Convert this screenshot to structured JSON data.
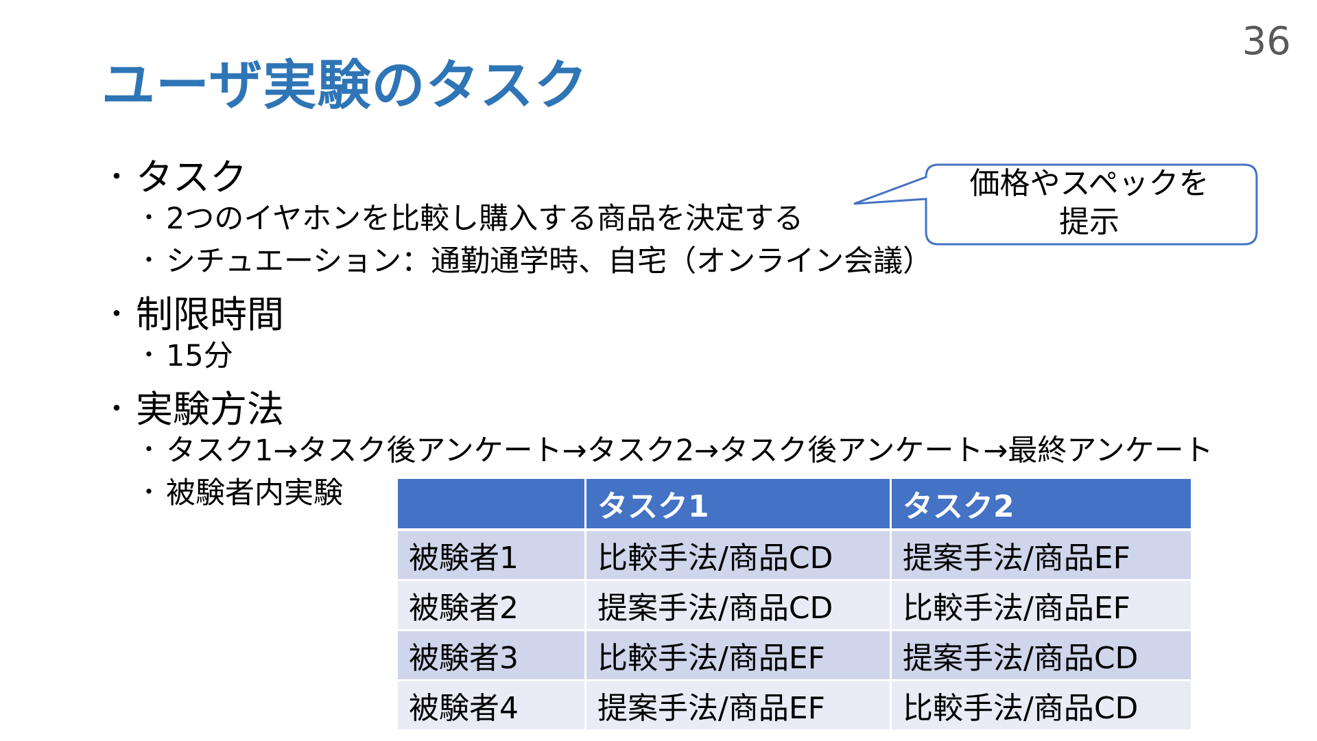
{
  "page_number": "36",
  "title": "ユーザ実験のタスク",
  "bullets": {
    "task": {
      "label": "タスク",
      "items": [
        "2つのイヤホンを比較し購入する商品を決定する",
        "シチュエーション：通勤通学時、自宅（オンライン会議）"
      ]
    },
    "time_limit": {
      "label": "制限時間",
      "items": [
        "15分"
      ]
    },
    "method": {
      "label": "実験方法",
      "items": [
        "タスク1→タスク後アンケート→タスク2→タスク後アンケート→最終アンケート",
        "被験者内実験"
      ]
    }
  },
  "callout": {
    "line1": "価格やスペックを",
    "line2": "提示"
  },
  "table": {
    "headers": [
      "",
      "タスク1",
      "タスク2"
    ],
    "rows": [
      [
        "被験者1",
        "比較手法/商品CD",
        "提案手法/商品EF"
      ],
      [
        "被験者2",
        "提案手法/商品CD",
        "比較手法/商品EF"
      ],
      [
        "被験者3",
        "比較手法/商品EF",
        "提案手法/商品CD"
      ],
      [
        "被験者4",
        "提案手法/商品EF",
        "比較手法/商品CD"
      ]
    ]
  },
  "colors": {
    "title": "#2e75b6",
    "table_header": "#4472c4",
    "table_row_odd": "#cfd5ea",
    "table_row_even": "#e9ebf5",
    "callout_border": "#4472c4"
  }
}
